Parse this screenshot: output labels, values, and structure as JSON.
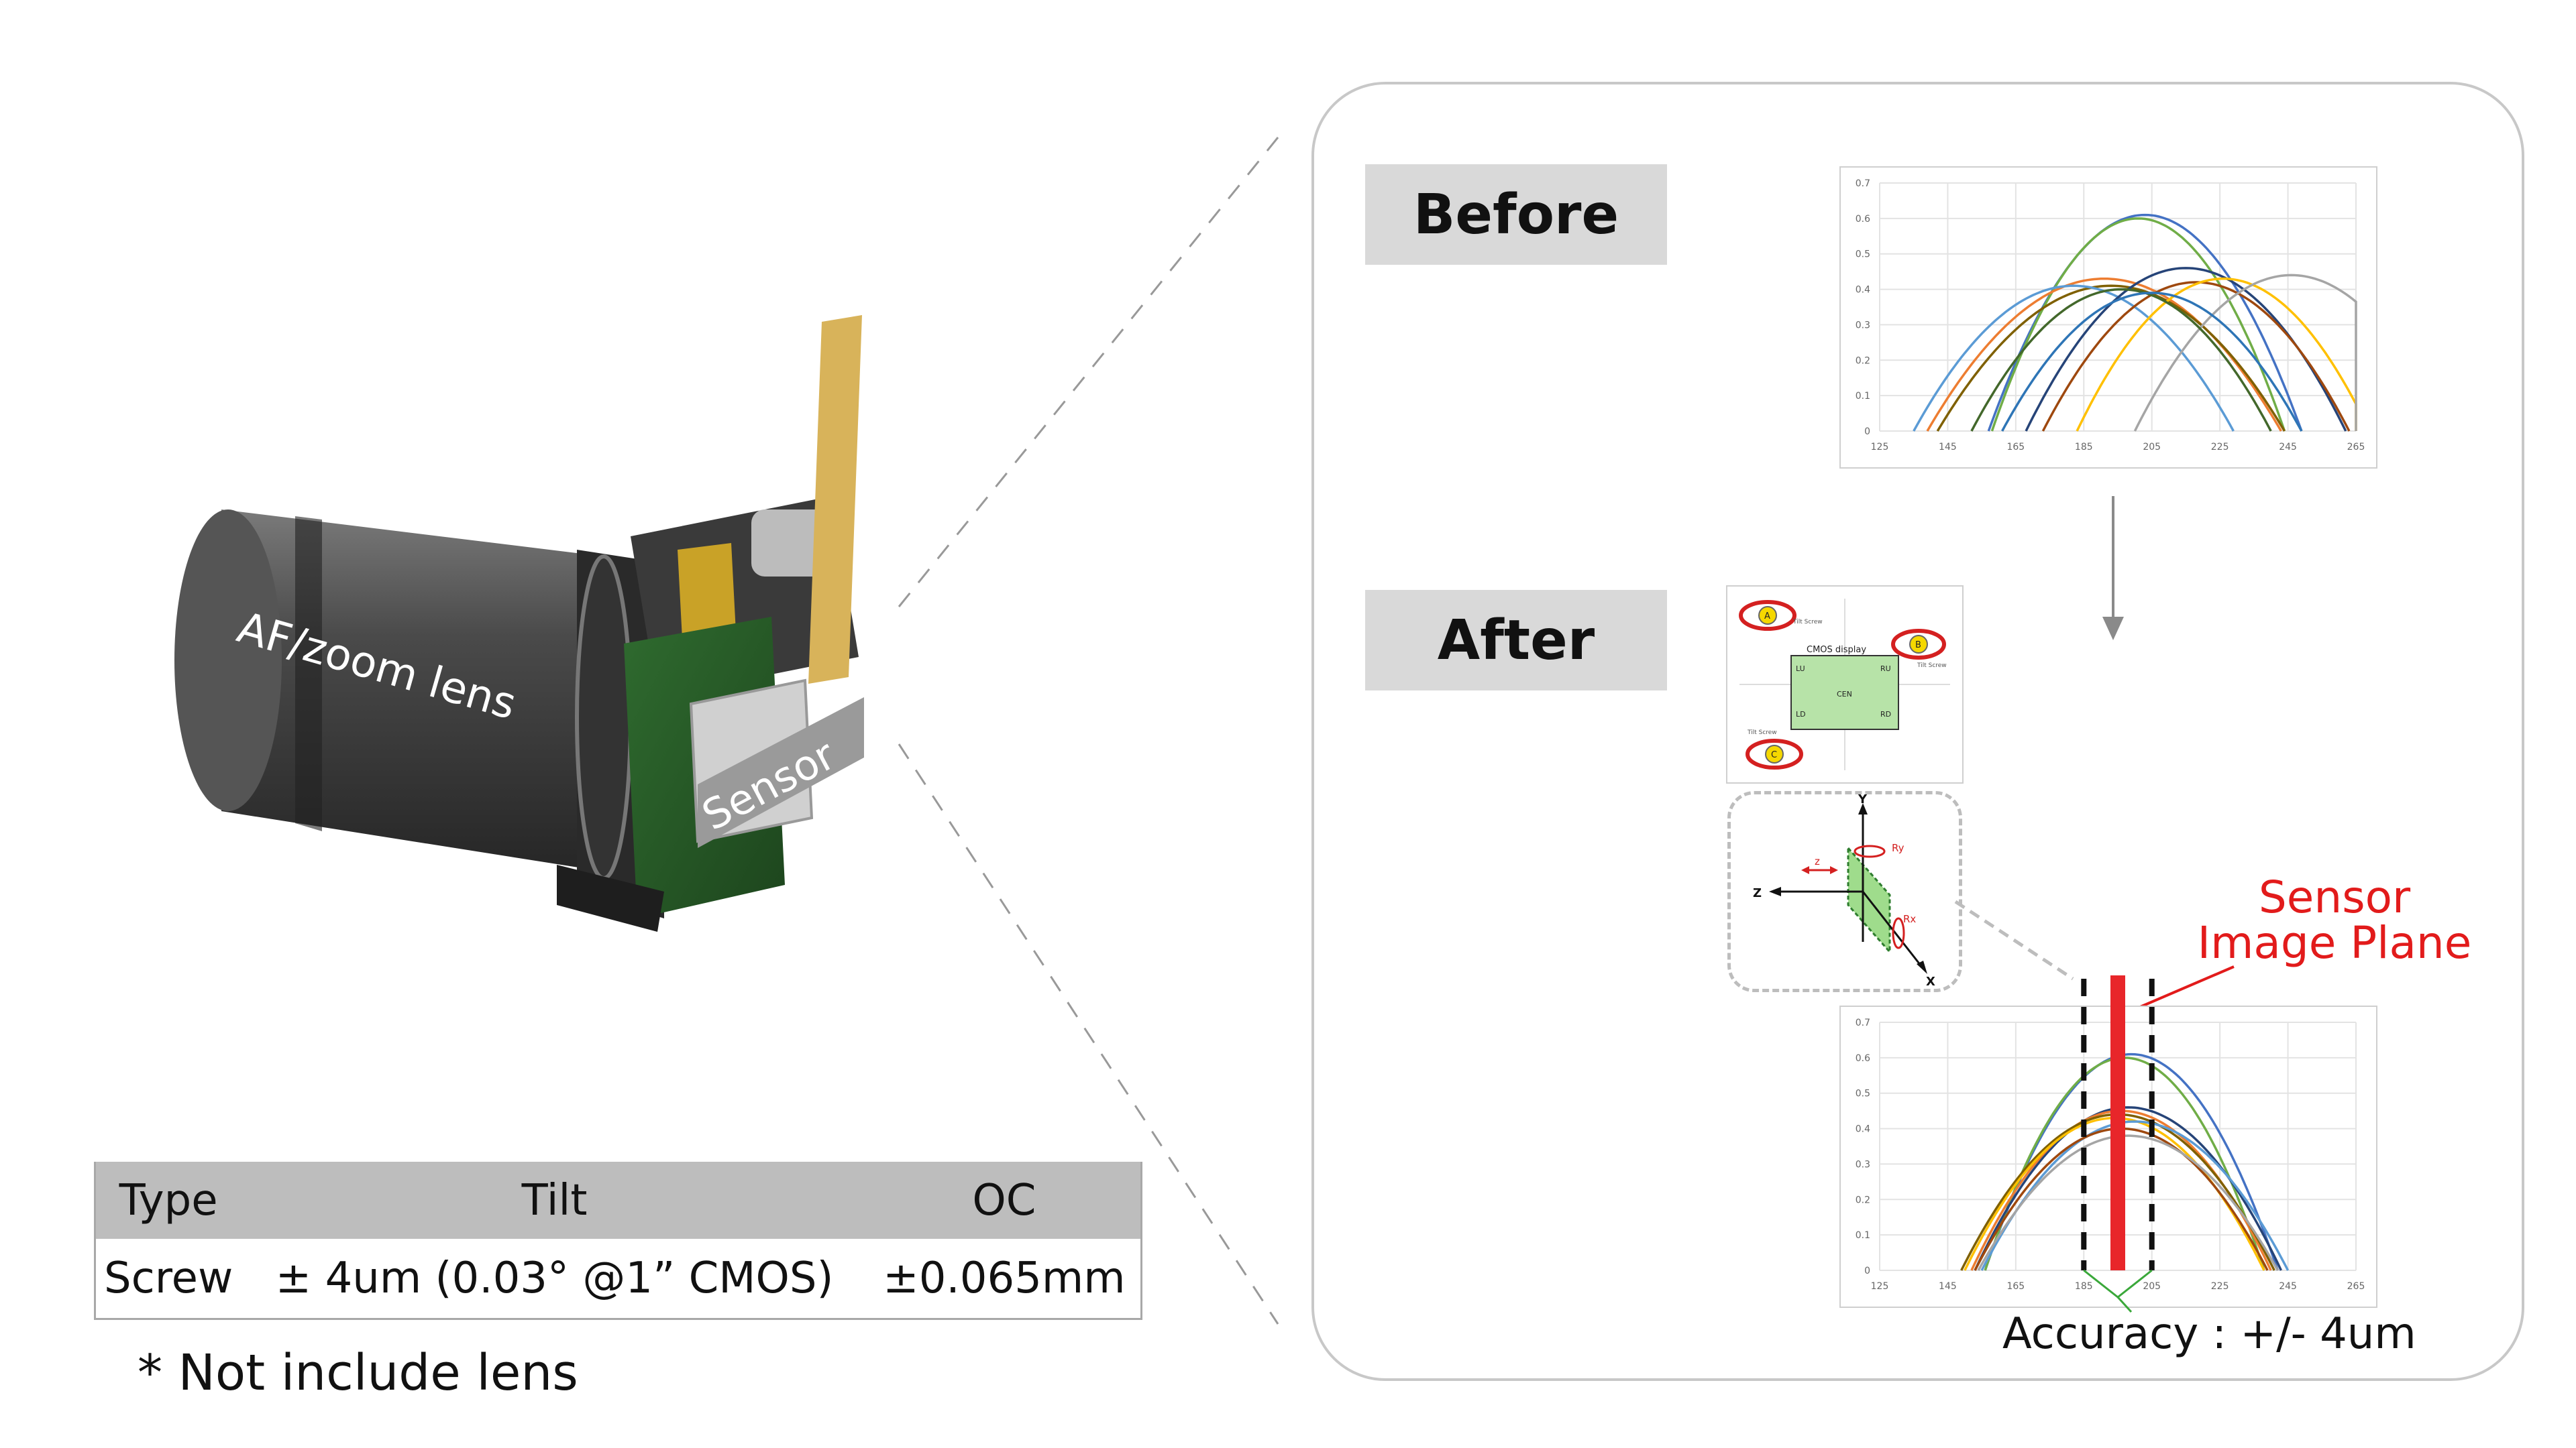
{
  "left_panel": {
    "lens_label": "AF/zoom lens",
    "sensor_label": "Sensor",
    "table": {
      "headers": [
        "Type",
        "Tilt",
        "OC"
      ],
      "rows": [
        [
          "Screw",
          "± 4um (0.03°  @1” CMOS)",
          "±0.065mm"
        ]
      ]
    },
    "footnote": "* Not include lens"
  },
  "right_panel": {
    "before_label": "Before",
    "after_label": "After",
    "sensor_plane_label_line1": "Sensor",
    "sensor_plane_label_line2": "Image Plane",
    "accuracy_label": "Accuracy : +/- 4um",
    "cmos_display": {
      "title": "CMOS display",
      "points": [
        "LU",
        "RU",
        "CEN",
        "LD",
        "RD"
      ],
      "screw_labels": [
        "A",
        "B",
        "C"
      ],
      "tilt_screw_text": "Tilt Screw"
    },
    "axes_inset": {
      "axis_labels": [
        "Y",
        "Z",
        "X"
      ],
      "rotation_labels": [
        "Ry",
        "Rx",
        "z"
      ]
    }
  },
  "colors": {
    "accent_red": "#e8262a",
    "panel_border": "#c8c8c8",
    "label_box_bg": "#d9d9d9",
    "table_header_bg": "#bdbdbd"
  },
  "chart_data": [
    {
      "type": "line",
      "name_hint": "Before",
      "xlabel": "",
      "ylabel": "",
      "xlim": [
        125,
        265
      ],
      "ylim": [
        0,
        0.7
      ],
      "xticks": [
        125,
        145,
        165,
        185,
        205,
        225,
        245,
        265
      ],
      "yticks": [
        0,
        0.1,
        0.2,
        0.3,
        0.4,
        0.5,
        0.6,
        0.7
      ],
      "grid": true,
      "series": [
        {
          "peak_x": 203,
          "peak_y": 0.61,
          "half_width": 46,
          "color": "#4472c4"
        },
        {
          "peak_x": 201,
          "peak_y": 0.6,
          "half_width": 43,
          "color": "#70ad47"
        },
        {
          "peak_x": 191,
          "peak_y": 0.43,
          "half_width": 52,
          "color": "#ed7d31"
        },
        {
          "peak_x": 193,
          "peak_y": 0.41,
          "half_width": 51,
          "color": "#7f6000"
        },
        {
          "peak_x": 182,
          "peak_y": 0.41,
          "half_width": 47,
          "color": "#5b9bd5"
        },
        {
          "peak_x": 215,
          "peak_y": 0.46,
          "half_width": 47,
          "color": "#264478"
        },
        {
          "peak_x": 218,
          "peak_y": 0.42,
          "half_width": 45,
          "color": "#9e480e"
        },
        {
          "peak_x": 226,
          "peak_y": 0.43,
          "half_width": 43,
          "color": "#ffc000"
        },
        {
          "peak_x": 246,
          "peak_y": 0.44,
          "half_width": 46,
          "color": "#a5a5a5"
        },
        {
          "peak_x": 196,
          "peak_y": 0.4,
          "half_width": 44,
          "color": "#43682b"
        },
        {
          "peak_x": 205,
          "peak_y": 0.39,
          "half_width": 44,
          "color": "#2e75b6"
        }
      ]
    },
    {
      "type": "line",
      "name_hint": "After",
      "xlabel": "",
      "ylabel": "",
      "xlim": [
        125,
        265
      ],
      "ylim": [
        0,
        0.7
      ],
      "xticks": [
        125,
        145,
        165,
        185,
        205,
        225,
        245,
        265
      ],
      "yticks": [
        0,
        0.1,
        0.2,
        0.3,
        0.4,
        0.5,
        0.6,
        0.7
      ],
      "grid": true,
      "sensor_plane_x": 195,
      "accuracy_band": [
        185,
        205
      ],
      "series": [
        {
          "peak_x": 199,
          "peak_y": 0.61,
          "half_width": 43,
          "color": "#4472c4"
        },
        {
          "peak_x": 197,
          "peak_y": 0.6,
          "half_width": 41,
          "color": "#70ad47"
        },
        {
          "peak_x": 198,
          "peak_y": 0.46,
          "half_width": 45,
          "color": "#264478"
        },
        {
          "peak_x": 196,
          "peak_y": 0.45,
          "half_width": 44,
          "color": "#ed7d31"
        },
        {
          "peak_x": 195,
          "peak_y": 0.44,
          "half_width": 46,
          "color": "#7f6000"
        },
        {
          "peak_x": 194,
          "peak_y": 0.43,
          "half_width": 44,
          "color": "#ffc000"
        },
        {
          "peak_x": 200,
          "peak_y": 0.42,
          "half_width": 45,
          "color": "#5b9bd5"
        },
        {
          "peak_x": 196,
          "peak_y": 0.4,
          "half_width": 43,
          "color": "#9e480e"
        },
        {
          "peak_x": 198,
          "peak_y": 0.38,
          "half_width": 44,
          "color": "#a5a5a5"
        }
      ]
    }
  ]
}
